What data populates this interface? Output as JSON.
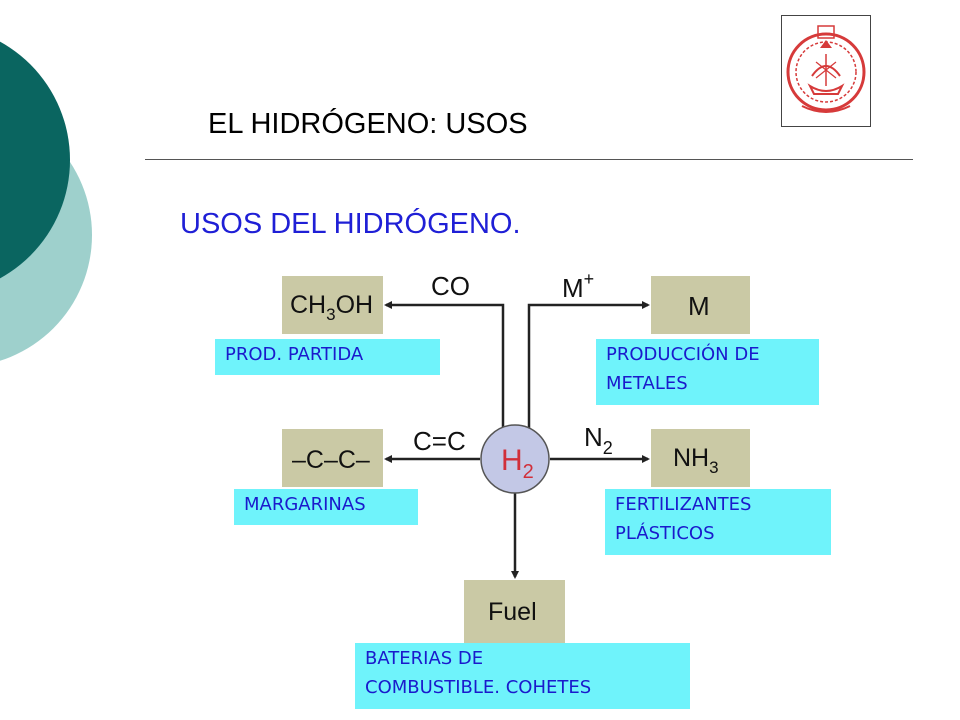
{
  "slide": {
    "title": "EL HIDRÓGENO: USOS",
    "subtitle": "USOS DEL HIDRÓGENO.",
    "seal_icon": "university-seal-icon",
    "accent_color": "#1f1fd6",
    "label_bg_color": "#6ff3fb",
    "box_bg_color": "#cac9a5"
  },
  "diagram": {
    "center": "H",
    "center_sub": "2",
    "reactants": {
      "co": "CO",
      "m_plus": "M",
      "m_plus_sup": "+",
      "cc_double": "C=C",
      "n2": "N",
      "n2_sub": "2"
    },
    "products": {
      "methanol_a": "CH",
      "methanol_sub": "3",
      "methanol_b": "OH",
      "metal": "M",
      "alkane": "–C–C–",
      "ammonia": "NH",
      "ammonia_sub": "3",
      "fuel": "Fuel"
    }
  },
  "labels": {
    "partida": "PROD. PARTIDA",
    "metales_1": "PRODUCCIÓN DE",
    "metales_2": "METALES",
    "margarinas": "MARGARINAS",
    "fertil_1": "FERTILIZANTES",
    "fertil_2": "PLÁSTICOS",
    "baterias_1": "BATERIAS DE",
    "baterias_2": "COMBUSTIBLE. COHETES"
  }
}
